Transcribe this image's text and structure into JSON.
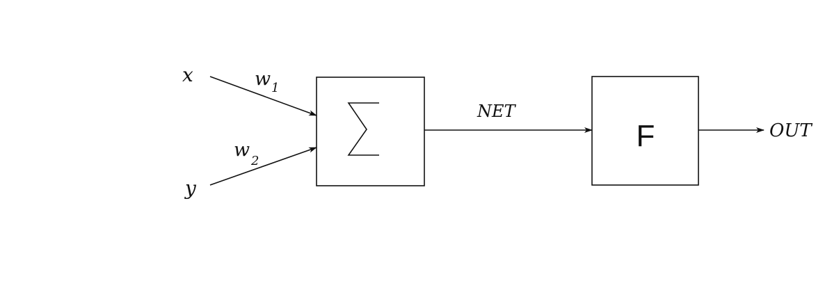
{
  "inputs": {
    "x": "x",
    "y": "y"
  },
  "weights": {
    "w1": {
      "base": "w",
      "sub": "1"
    },
    "w2": {
      "base": "w",
      "sub": "2"
    }
  },
  "net_label": "NET",
  "activation_label": "F",
  "output_label": "OUT",
  "summation_block": "sigma-icon",
  "colors": {
    "ink": "#111111",
    "background": "#ffffff"
  }
}
